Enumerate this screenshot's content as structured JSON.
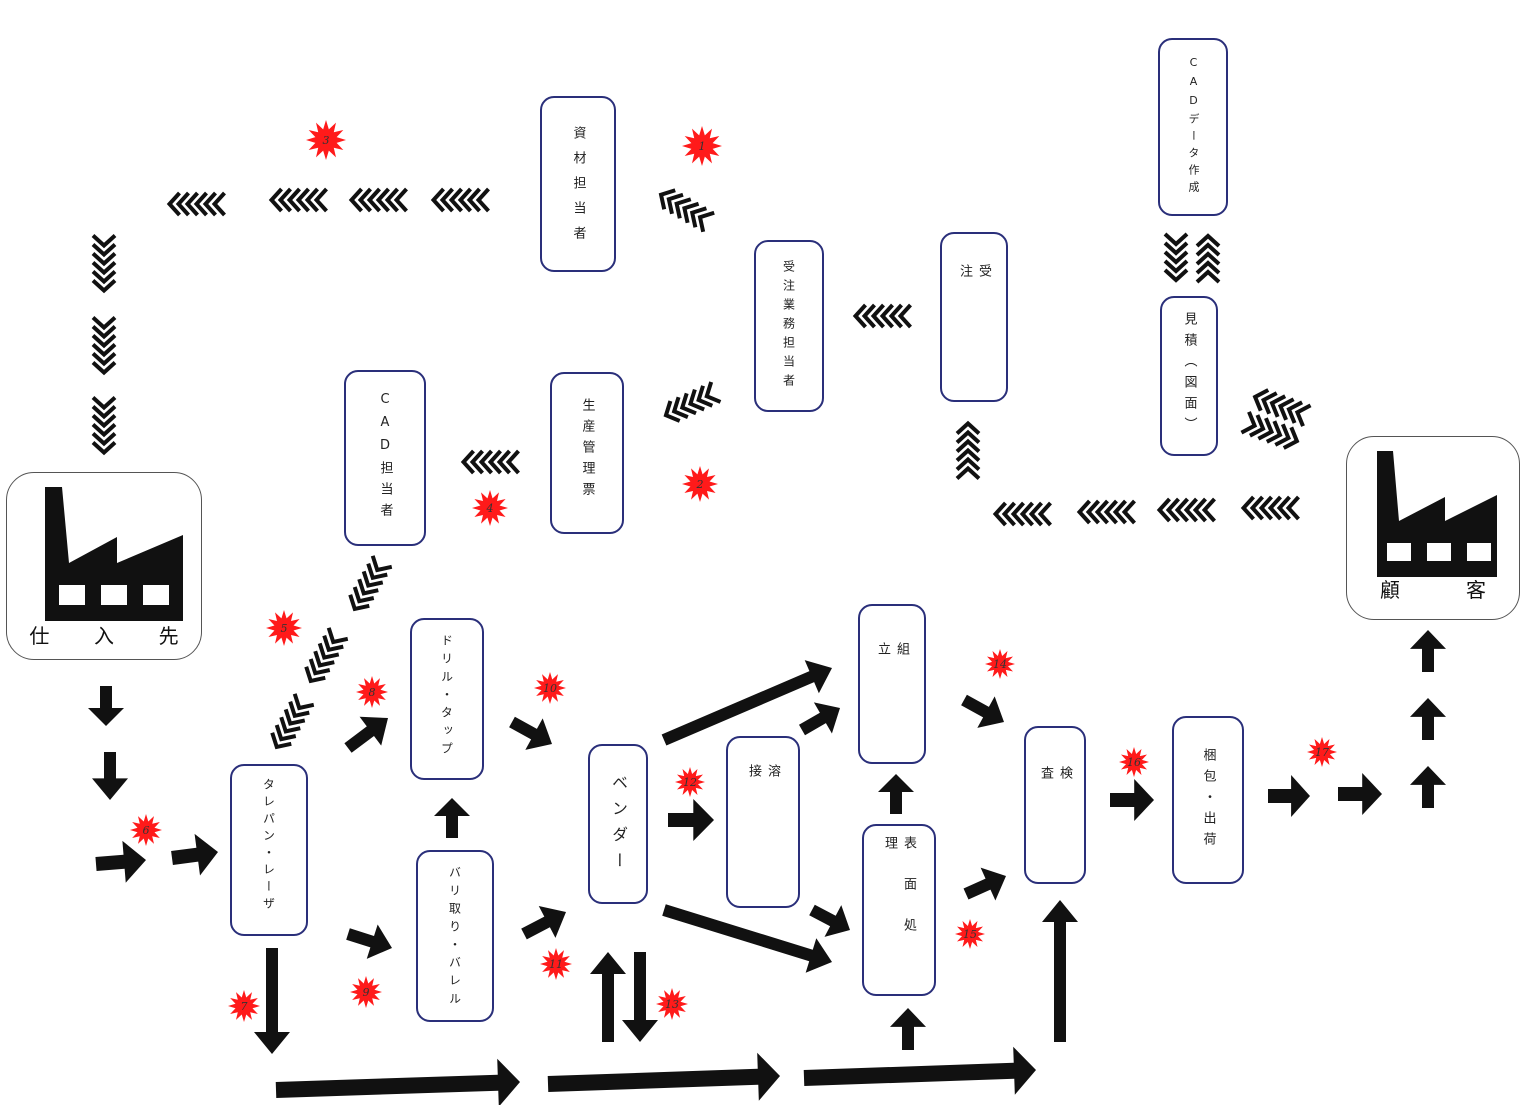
{
  "title": "受注から出荷までの業務フロー図",
  "nodes": {
    "cad_data": {
      "label": "CADデータ作成"
    },
    "shizai": {
      "label": "資材担当者"
    },
    "juchu_gyomu": {
      "label": "受注業務担当者"
    },
    "juchu": {
      "label": "受　注"
    },
    "mitsumori": {
      "label": "見積（図面）"
    },
    "seisan": {
      "label": "生産管理票"
    },
    "cad_tanto": {
      "label": "CAD担当者"
    },
    "shiiresaki": {
      "label": "仕入先",
      "chars": [
        "仕",
        "入",
        "先"
      ]
    },
    "kokyaku": {
      "label": "顧客",
      "chars": [
        "顧",
        "客"
      ]
    },
    "turret": {
      "label": "タレパン・レーザ"
    },
    "drill": {
      "label": "ドリル・タップ"
    },
    "bari": {
      "label": "バリ取り・バレル"
    },
    "bender": {
      "label": "ベンダー"
    },
    "yosetsu": {
      "label": "溶　接"
    },
    "kumitate": {
      "label": "組　立"
    },
    "hyomen": {
      "label": "表面処理"
    },
    "kensa": {
      "label": "検査"
    },
    "konpo": {
      "label": "梱包・出荷"
    }
  },
  "markers": [
    "1",
    "2",
    "3",
    "4",
    "5",
    "6",
    "7",
    "8",
    "9",
    "10",
    "11",
    "12",
    "13",
    "14",
    "15",
    "16",
    "17"
  ],
  "colors": {
    "node_border": "#2a2f7a",
    "arrow": "#111111",
    "marker": "#ff1a1a"
  }
}
